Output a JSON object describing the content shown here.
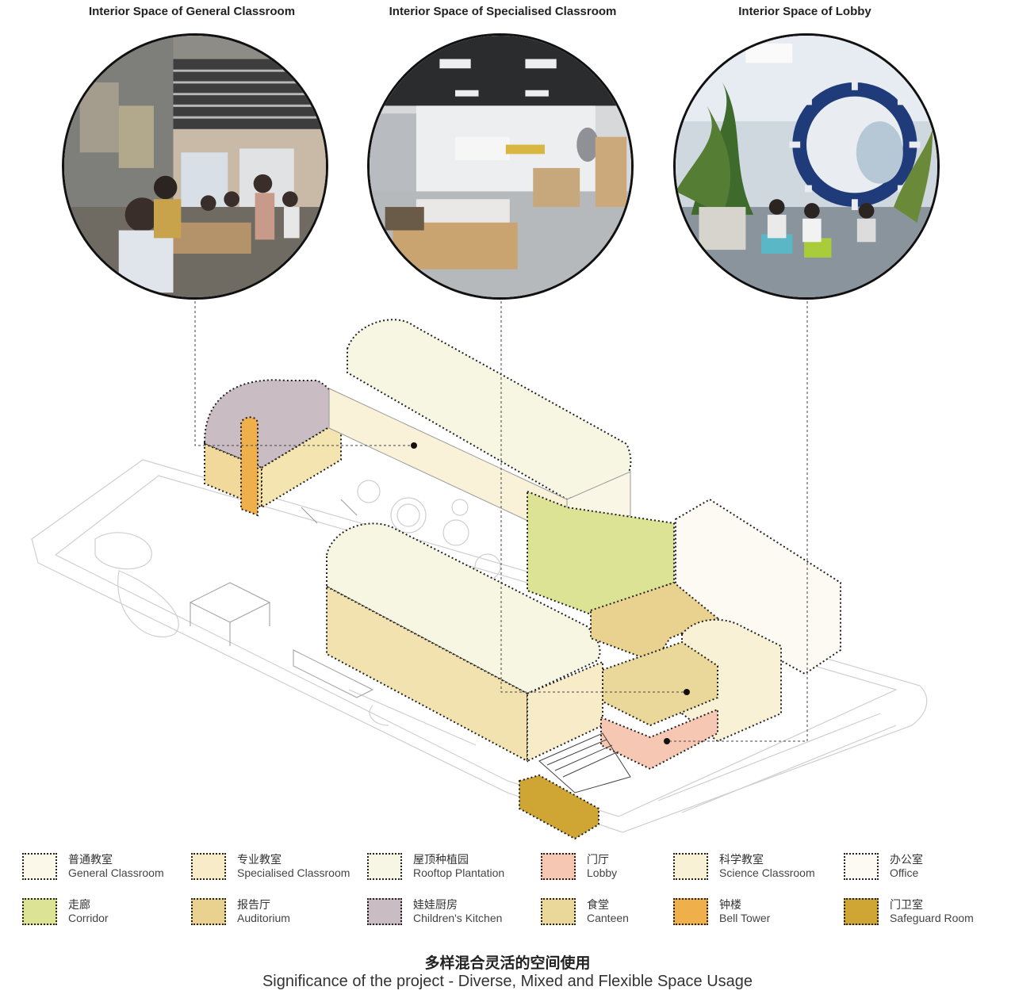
{
  "photos": [
    {
      "title": "Interior Space of General Classroom"
    },
    {
      "title": "Interior Space of Specialised Classroom"
    },
    {
      "title": "Interior Space of Lobby"
    }
  ],
  "legend": [
    {
      "cn": "普通教室",
      "en": "General Classroom",
      "color": "#fbf8ea"
    },
    {
      "cn": "专业教室",
      "en": "Specialised Classroom",
      "color": "#f7ecc7"
    },
    {
      "cn": "屋顶种植园",
      "en": "Rooftop Plantation",
      "color": "#f7f6e4"
    },
    {
      "cn": "门厅",
      "en": "Lobby",
      "color": "#f6c8b4"
    },
    {
      "cn": "科学教室",
      "en": "Science Classroom",
      "color": "#f8f1d6"
    },
    {
      "cn": "办公室",
      "en": "Office",
      "color": "#fdfaf3"
    },
    {
      "cn": "走廊",
      "en": "Corridor",
      "color": "#dde395"
    },
    {
      "cn": "报告厅",
      "en": "Auditorium",
      "color": "#e9d290"
    },
    {
      "cn": "娃娃厨房",
      "en": "Children's Kitchen",
      "color": "#c9bcc2"
    },
    {
      "cn": "食堂",
      "en": "Canteen",
      "color": "#ead89a"
    },
    {
      "cn": "钟楼",
      "en": "Bell Tower",
      "color": "#efb04c"
    },
    {
      "cn": "门卫室",
      "en": "Safeguard Room",
      "color": "#cfa534"
    }
  ],
  "caption": {
    "cn": "多样混合灵活的空间使用",
    "en": "Significance of the project - Diverse, Mixed and Flexible Space Usage"
  }
}
